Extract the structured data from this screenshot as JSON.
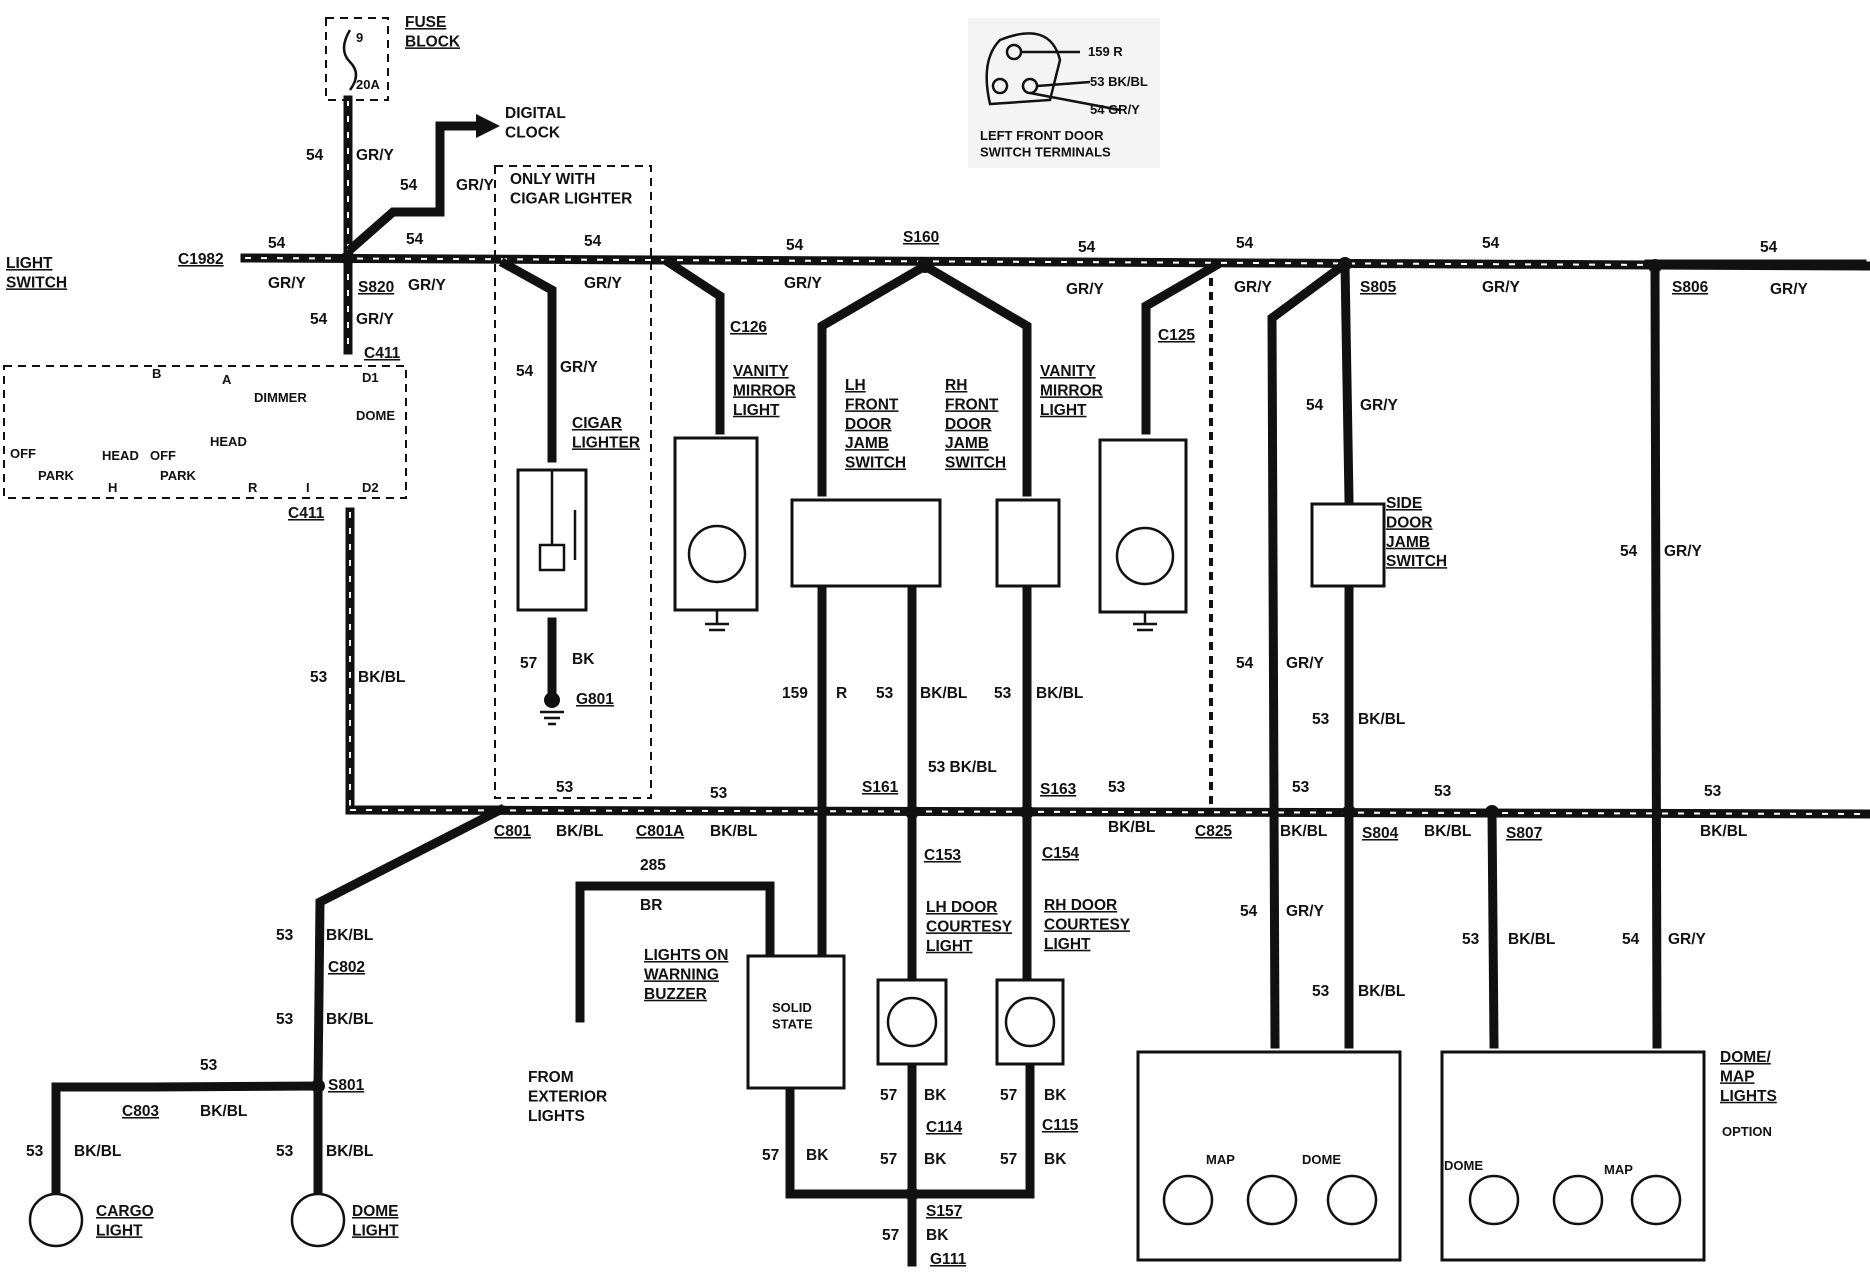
{
  "fuse": {
    "label": "FUSE\nBLOCK",
    "number": "9",
    "rating": "20A"
  },
  "digital_clock": "DIGITAL\nCLOCK",
  "only_cigar": "ONLY WITH\nCIGAR LIGHTER",
  "light_switch": "LIGHT\nSWITCH",
  "door_terminals": {
    "wires": [
      "159 R",
      "53 BK/BL",
      "54 GR/Y"
    ],
    "caption": "LEFT FRONT DOOR\nSWITCH TERMINALS"
  },
  "connectors": {
    "c1982": "C1982",
    "s820": "S820",
    "c411_top": "C411",
    "c411_bot": "C411",
    "s160": "S160",
    "c126": "C126",
    "c125": "C125",
    "s805": "S805",
    "s806": "S806",
    "c801": "C801",
    "c801a": "C801A",
    "s161": "S161",
    "s163": "S163",
    "c825": "C825",
    "s804": "S804",
    "s807": "S807",
    "c153": "C153",
    "c154": "C154",
    "c802": "C802",
    "s801": "S801",
    "c803": "C803",
    "c114": "C114",
    "c115": "C115",
    "s157": "S157",
    "g111": "G111",
    "g801": "G801"
  },
  "switch_panel": {
    "dimmer": "DIMMER",
    "dome": "DOME",
    "head1": "HEAD",
    "head2": "HEAD",
    "off1": "OFF",
    "off2": "OFF",
    "park1": "PARK",
    "park2": "PARK",
    "a": "A",
    "b": "B",
    "d1": "D1",
    "d2": "D2",
    "h": "H",
    "r": "R",
    "i": "I"
  },
  "components": {
    "cigar_lighter": "CIGAR\nLIGHTER",
    "vanity_left": "VANITY\nMIRROR\nLIGHT",
    "vanity_right": "VANITY\nMIRROR\nLIGHT",
    "lh_jamb": "LH\nFRONT\nDOOR\nJAMB\nSWITCH",
    "rh_jamb": "RH\nFRONT\nDOOR\nJAMB\nSWITCH",
    "side_jamb": "SIDE\nDOOR\nJAMB\nSWITCH",
    "lights_on": "LIGHTS ON\nWARNING\nBUZZER",
    "solid_state": "SOLID\nSTATE",
    "from_exterior": "FROM\nEXTERIOR\nLIGHTS",
    "lh_courtesy": "LH DOOR\nCOURTESY\nLIGHT",
    "rh_courtesy": "RH DOOR\nCOURTESY\nLIGHT",
    "cargo": "CARGO\nLIGHT",
    "dome": "DOME\nLIGHT",
    "dome_map": "DOME/\nMAP\nLIGHTS",
    "option": "OPTION",
    "map1": "MAP",
    "dome1": "DOME",
    "dome2": "DOME",
    "map2": "MAP"
  },
  "wires": {
    "w54": "54",
    "w53": "53",
    "w57": "57",
    "w159": "159",
    "w285": "285",
    "gry": "GR/Y",
    "bkbl": "BK/BL",
    "bk": "BK",
    "r": "R",
    "br": "BR",
    "w53_bkbl": "53  BK/BL"
  }
}
